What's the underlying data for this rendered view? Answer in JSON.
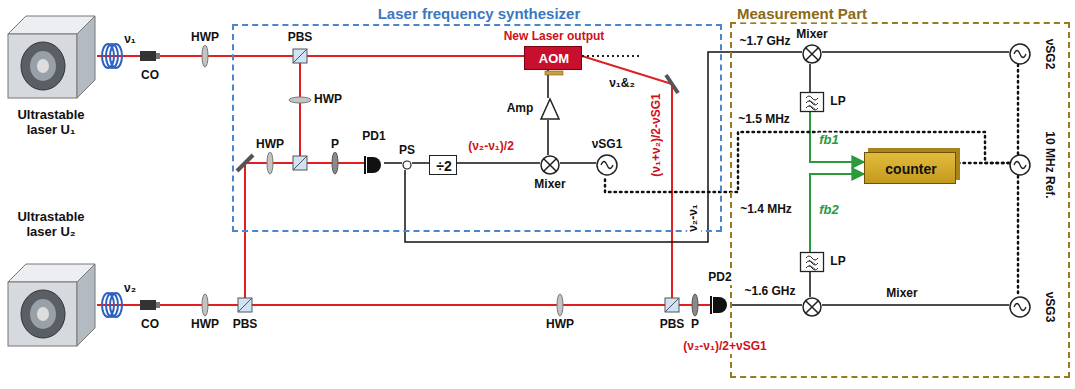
{
  "diagram": {
    "nodes": [
      {
        "text": [
          "Ultrastable laser U₁"
        ]
      },
      {
        "text": [
          "Laser frequency synthesizer"
        ]
      },
      {
        "text": [
          "New Laser output",
          "AOM"
        ],
        "in": 1
      },
      {
        "text": [
          "Amp"
        ],
        "in": 1
      },
      {
        "text": [
          "PD1"
        ],
        "in": 1
      },
      {
        "text": [
          "PS"
        ],
        "in": 1
      },
      {
        "text": [
          "÷2"
        ],
        "in": 1
      },
      {
        "text": [
          "Mixer"
        ],
        "in": 1
      },
      {
        "text": [
          "νSG1"
        ],
        "in": 1
      },
      {
        "text": [
          "Measurement Part"
        ]
      },
      {
        "text": [
          "Mixer"
        ],
        "in": 9
      },
      {
        "text": [
          "νSG2"
        ],
        "in": 9
      },
      {
        "text": [
          "LP"
        ],
        "in": 9
      },
      {
        "text": [
          "counter"
        ],
        "in": 9
      },
      {
        "text": [
          "10 MHz Ref."
        ],
        "in": 9
      },
      {
        "text": [
          "LP"
        ],
        "in": 9
      },
      {
        "text": [
          "Mixer"
        ],
        "in": 9
      },
      {
        "text": [
          "νSG3"
        ],
        "in": 9
      },
      {
        "text": [
          "Ultrastable laser U₂"
        ]
      },
      {
        "text": [
          "PD2"
        ]
      }
    ],
    "edges": [
      {
        "from": 0,
        "to": 2,
        "arrow": "none"
      },
      {
        "from": 0,
        "to": 4,
        "arrow": "none"
      },
      {
        "from": 18,
        "to": 4,
        "arrow": "none"
      },
      {
        "from": 18,
        "to": 19,
        "arrow": "none"
      },
      {
        "from": 2,
        "to": 19,
        "arrow": "none",
        "label": "(ν₁+ν₂)/2-νSG1"
      },
      {
        "from": 4,
        "to": 5,
        "arrow": "none"
      },
      {
        "from": 5,
        "to": 6,
        "arrow": "none"
      },
      {
        "from": 6,
        "to": 7,
        "arrow": "none",
        "label": "(ν₂-ν₁)/2"
      },
      {
        "from": 8,
        "to": 7,
        "arrow": "none"
      },
      {
        "from": 7,
        "to": 3,
        "arrow": "none"
      },
      {
        "from": 3,
        "to": 2,
        "arrow": "none"
      },
      {
        "from": 5,
        "to": 10,
        "arrow": "none",
        "label": "ν₂-ν₁"
      },
      {
        "from": 11,
        "to": 10,
        "arrow": "none"
      },
      {
        "from": 10,
        "to": 12,
        "arrow": "none"
      },
      {
        "from": 12,
        "to": 13,
        "arrow": "to",
        "label": "fb1"
      },
      {
        "from": 15,
        "to": 13,
        "arrow": "to",
        "label": "fb2"
      },
      {
        "from": 16,
        "to": 15,
        "arrow": "none"
      },
      {
        "from": 17,
        "to": 16,
        "arrow": "none"
      },
      {
        "from": 19,
        "to": 16,
        "arrow": "none",
        "label": "~1.6 GHz"
      },
      {
        "from": 14,
        "to": 8,
        "arrow": "none"
      },
      {
        "from": 14,
        "to": 11,
        "arrow": "none"
      },
      {
        "from": 14,
        "to": 13,
        "arrow": "none"
      },
      {
        "from": 14,
        "to": 17,
        "arrow": "none"
      }
    ],
    "labels": [
      "ν₁",
      "CO",
      "HWP",
      "PBS",
      "ν₁&₂",
      "HWP",
      "HWP",
      "P",
      "~1.7 GHz",
      "~1.5 MHz",
      "~1.4 MHz",
      "ν₂",
      "CO",
      "HWP",
      "PBS",
      "HWP",
      "PBS",
      "P",
      "(ν₂-ν₁)/2+νSG1"
    ]
  }
}
